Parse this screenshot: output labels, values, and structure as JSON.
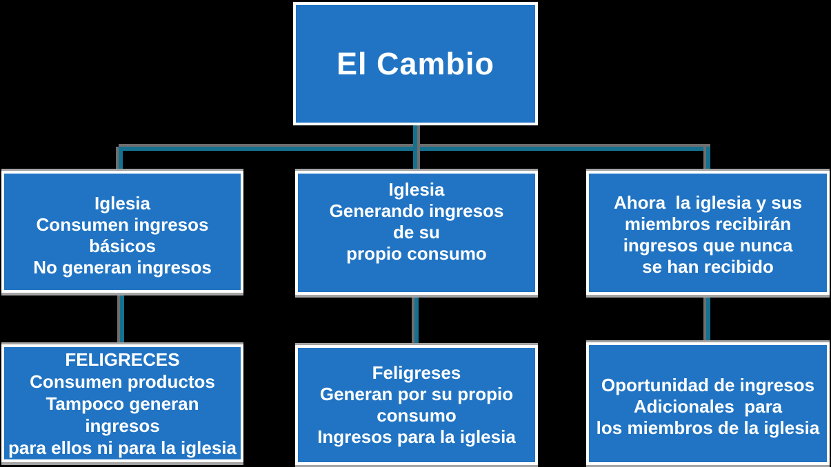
{
  "diagram": {
    "title": "El Cambio",
    "background_color": "#000000",
    "node_fill_color": "#2174C3",
    "node_border_color": "#FFFFFF",
    "node_text_color": "#FFFFFF",
    "connector_color": "#15718F",
    "connector_shadow_color": "#6E6E6E",
    "box_shadow_color": "#A5A5A5",
    "nodes": {
      "root": {
        "text": "El Cambio"
      },
      "mid_left": {
        "text": "Iglesia\nConsumen ingresos\nbásicos\nNo generan ingresos"
      },
      "mid_center": {
        "text": "Iglesia\nGenerando ingresos\nde su\npropio consumo"
      },
      "mid_right": {
        "text": "Ahora  la iglesia y sus\nmiembros recibirán\ningresos que nunca\nse han recibido"
      },
      "bottom_left": {
        "text": "FELIGRECES\nConsumen productos\nTampoco generan\ningresos\npara ellos ni para la iglesia"
      },
      "bottom_center": {
        "text": "Feligreses\nGeneran por su propio\nconsumo\nIngresos para la iglesia"
      },
      "bottom_right": {
        "text": "Oportunidad de ingresos\nAdicionales  para\nlos miembros de la iglesia"
      }
    }
  }
}
